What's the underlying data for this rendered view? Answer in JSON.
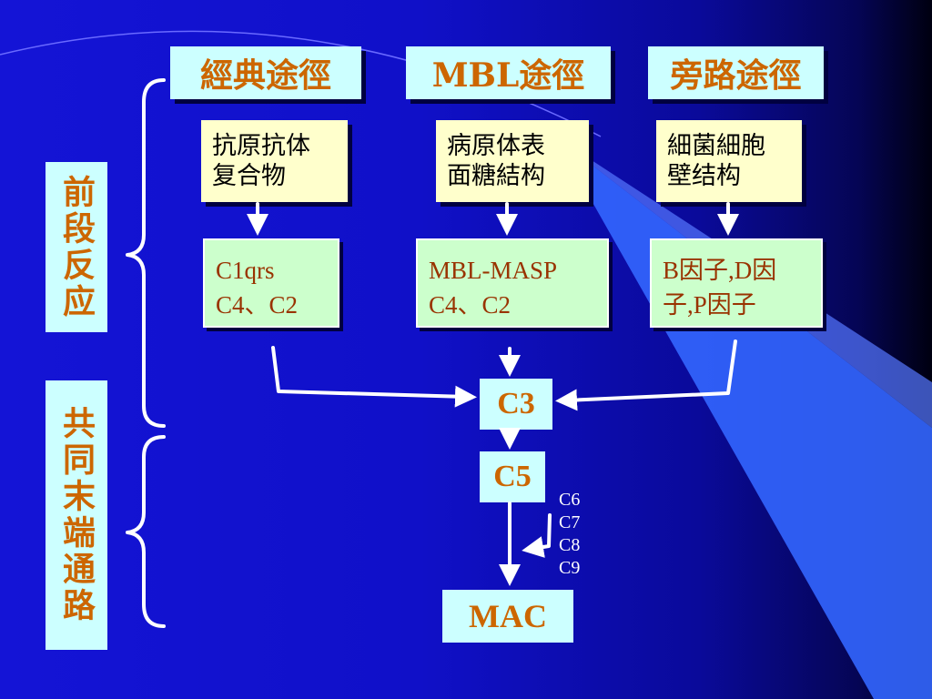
{
  "pathways": {
    "classic": "經典途徑",
    "mbl": "MBL途徑",
    "alternative": "旁路途徑"
  },
  "activators": {
    "classic_line1": "抗原抗体",
    "classic_line2": "复合物",
    "mbl_line1": "病原体表",
    "mbl_line2": "面糖結构",
    "alternative_line1": "細菌細胞",
    "alternative_line2": "壁结构"
  },
  "components": {
    "classic_line1": "C1qrs",
    "classic_line2": "C4、C2",
    "mbl_line1": "MBL-MASP",
    "mbl_line2": "C4、C2",
    "alternative_line1": "B因子,D因",
    "alternative_line2": "子,P因子"
  },
  "common": {
    "c3": "C3",
    "c5": "C5",
    "c6": "C6",
    "c7": "C7",
    "c8": "C8",
    "c9": "C9",
    "mac": "MAC"
  },
  "stages": {
    "early": "前段反应",
    "late": "共同末端通路"
  },
  "colors": {
    "header_bg": "#ccffff",
    "header_text": "#cc6600",
    "source_bg": "#ffffcc",
    "component_bg": "#ccffcc",
    "component_text": "#993300",
    "arrow": "#ffffff"
  }
}
